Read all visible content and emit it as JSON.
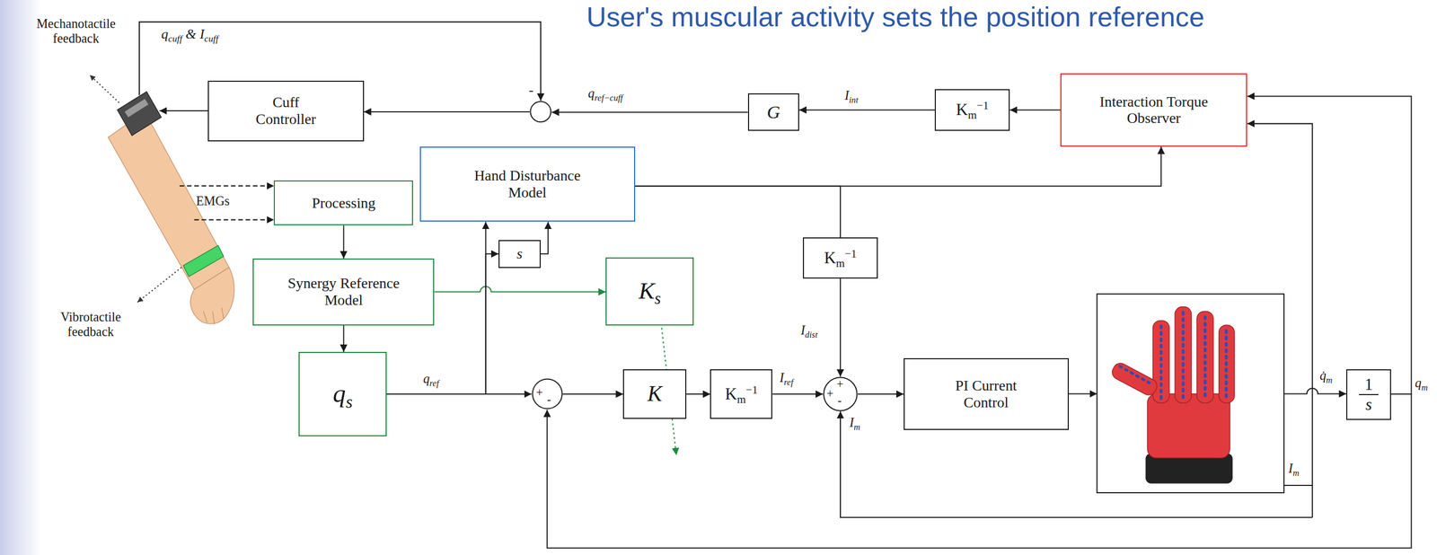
{
  "diagram": {
    "title": "User's muscular activity sets the position reference",
    "nodes": [
      {
        "text": [
          "Cuff Controller"
        ]
      },
      {
        "text": [
          "-"
        ]
      },
      {
        "text": [
          "G"
        ]
      },
      {
        "text": [
          "Km−1"
        ]
      },
      {
        "text": [
          "Interaction Torque Observer"
        ]
      },
      {
        "text": [
          "Processing"
        ]
      },
      {
        "text": [
          "Hand Disturbance Model"
        ]
      },
      {
        "text": [
          "s"
        ]
      },
      {
        "text": [
          "Synergy Reference Model"
        ]
      },
      {
        "text": [
          "Ks"
        ]
      },
      {
        "text": [
          "Km−1"
        ]
      },
      {
        "text": [
          "qs"
        ]
      },
      {
        "text": [
          "+",
          "-"
        ]
      },
      {
        "text": [
          "K"
        ]
      },
      {
        "text": [
          "Km−1"
        ]
      },
      {
        "text": [
          "+",
          "+",
          "-"
        ]
      },
      {
        "text": [
          "PI Current Control"
        ]
      },
      {
        "text": [
          "1",
          "s"
        ]
      }
    ],
    "edges": [
      {
        "from": 1,
        "to": 0,
        "arrow": "to"
      },
      {
        "from": 2,
        "to": 1,
        "label": "qref−cuff",
        "arrow": "to"
      },
      {
        "from": 3,
        "to": 2,
        "label": "Iint",
        "arrow": "to"
      },
      {
        "from": 4,
        "to": 3,
        "arrow": "to"
      },
      {
        "from": 5,
        "to": 8,
        "arrow": "to"
      },
      {
        "from": 8,
        "to": 11,
        "arrow": "to"
      },
      {
        "from": 8,
        "to": 9,
        "arrow": "to"
      },
      {
        "from": 11,
        "to": 12,
        "label": "qref",
        "arrow": "to"
      },
      {
        "from": 11,
        "to": 7,
        "arrow": "to"
      },
      {
        "from": 7,
        "to": 6,
        "arrow": "to"
      },
      {
        "from": 11,
        "to": 6,
        "arrow": "to"
      },
      {
        "from": 12,
        "to": 13,
        "arrow": "to"
      },
      {
        "from": 13,
        "to": 14,
        "arrow": "to"
      },
      {
        "from": 14,
        "to": 15,
        "label": "Iref",
        "arrow": "to"
      },
      {
        "from": 6,
        "to": 4,
        "arrow": "to"
      },
      {
        "from": 6,
        "to": 10,
        "arrow": "none"
      },
      {
        "from": 10,
        "to": 15,
        "label": "Idist",
        "arrow": "to"
      },
      {
        "from": 15,
        "to": 16,
        "arrow": "to"
      },
      {
        "from": 17,
        "to": 4,
        "arrow": "to"
      },
      {
        "from": 17,
        "to": 12,
        "arrow": "to"
      }
    ],
    "labels": [
      "Mechanotactile feedback",
      "qcuff & Icuff",
      "EMGs",
      "Vibrotactile feedback",
      "q̇m",
      "Im",
      "qm",
      "Im"
    ]
  }
}
